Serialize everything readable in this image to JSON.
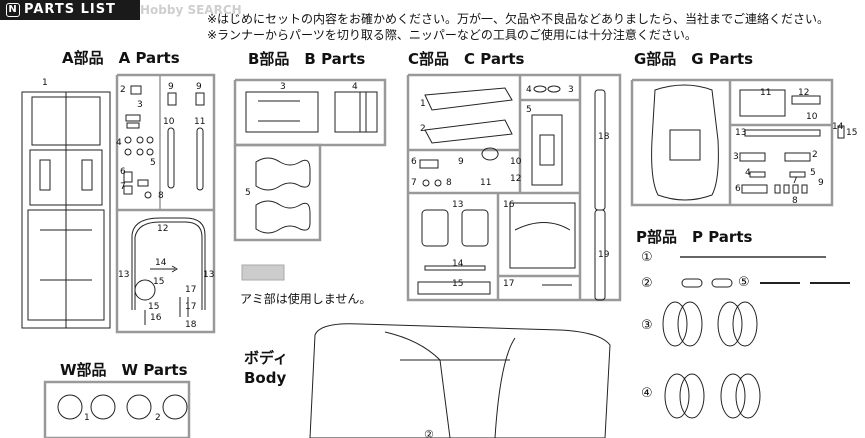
{
  "header": {
    "badge": "N",
    "title": "PARTS LIST",
    "watermark": "Hobby SEARCH",
    "note1": "※はじめにセットの内容をお確かめください。万が一、欠品や不良品などありましたら、当社までご連絡ください。",
    "note2": "※ランナーからパーツを切り取る際、ニッパーなどの工具のご使用には十分注意ください。"
  },
  "sections": {
    "a": "A部品　A Parts",
    "b": "B部品　B Parts",
    "c": "C部品　C Parts",
    "g": "G部品　G Parts",
    "p": "P部品　P Parts",
    "w": "W部品　W Parts",
    "body_jp": "ボディ",
    "body_en": "Body"
  },
  "mesh_note": "アミ部は使用しません。",
  "numbers": {
    "a": [
      "1",
      "2",
      "3",
      "4",
      "5",
      "6",
      "7",
      "8",
      "9",
      "9",
      "10",
      "11",
      "12",
      "13",
      "13",
      "14",
      "15",
      "15",
      "16",
      "17",
      "17",
      "18"
    ],
    "b": [
      "3",
      "4",
      "5"
    ],
    "c": [
      "1",
      "2",
      "3",
      "4",
      "5",
      "6",
      "7",
      "8",
      "9",
      "10",
      "11",
      "12",
      "13",
      "14",
      "15",
      "16",
      "17",
      "18",
      "19"
    ],
    "g": [
      "10",
      "11",
      "12",
      "13",
      "14",
      "15",
      "2",
      "3",
      "4",
      "5",
      "6",
      "7",
      "8",
      "9"
    ],
    "w": [
      "1",
      "2"
    ],
    "p": [
      "①",
      "②",
      "③",
      "④",
      "⑤"
    ]
  },
  "page_number": "②"
}
